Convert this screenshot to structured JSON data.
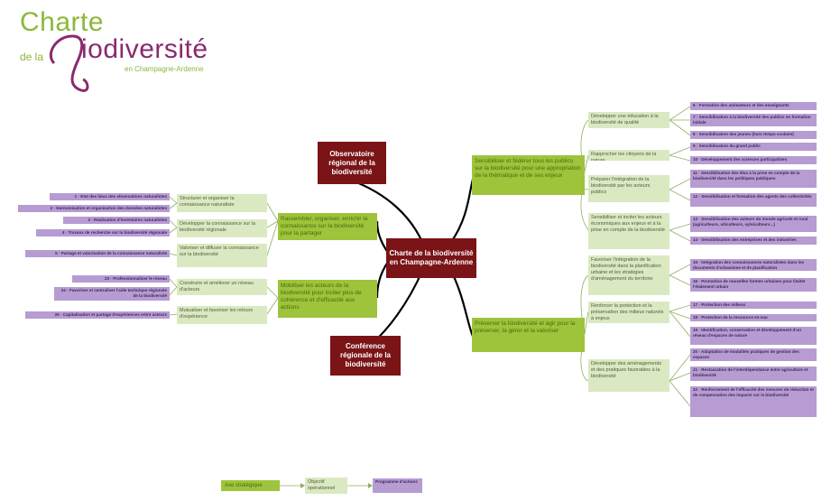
{
  "logo": {
    "word1": "Charte",
    "de_la": "de la",
    "word2": "iodiversité",
    "region": "en Champagne-Ardenne"
  },
  "central": "Charte de la biodiversité en Champagne-Ardenne",
  "red_nodes": [
    "Observatoire régional de la biodiversité",
    "Conférence régionale de la biodiversité"
  ],
  "axes": [
    "Sensibiliser et fédérer tous les publics sur la biodiversité pour une appropriation de la thématique et de ses enjeux",
    "Préserver la biodiversité et agir pour la préserver, la gérer et la valoriser",
    "Rassembler, organiser, enrichir la connaissance sur la biodiversité pour la partager",
    "Mobiliser les acteurs de la biodiversité pour inciter plus de cohérence et d'efficacité aux actions"
  ],
  "right_objectives": [
    "Développer une éducation à la biodiversité de qualité",
    "Rapprocher les citoyens de la nature",
    "Préparer l'intégration de la biodiversité par les acteurs publics",
    "Sensibiliser et inciter les acteurs économiques aux enjeux et à la prise en compte de la biodiversité",
    "Favoriser l'intégration de la biodiversité dans la planification urbaine et les stratégies d'aménagement du territoire",
    "Renforcer la protection et la préservation des milieux naturels à enjeux",
    "Développer des aménagements et des pratiques favorables à la biodiversité"
  ],
  "right_actions": [
    "6 · Formation des animateurs et des enseignants",
    "7 · Sensibilisation à la biodiversité des publics en formation initiale",
    "8 · Sensibilisation des jeunes (hors temps scolaire)",
    "9 · Sensibilisation du grand public",
    "10 · Développement des sciences participatives",
    "11 · Sensibilisation des élus à la prise en compte de la biodiversité dans les politiques publiques",
    "12 · Sensibilisation et formation des agents des collectivités",
    "13 · Sensibilisation des acteurs du monde agricole et rural (agriculteurs, viticulteurs, sylviculteurs...)",
    "14 · Sensibilisation des entreprises et des industries",
    "15 · Intégration des connaissances naturalistes dans les documents d'urbanisme et de planification",
    "16 · Promotion de nouvelles formes urbaines pour limiter l'étalement urbain",
    "17 · Protection des milieux",
    "18 · Protection de la ressource en eau",
    "19 · Identification, conservation et développement d'un réseau d'espaces de nature",
    "20 · Adaptation de modalités pratiques de gestion des espaces",
    "21 · Restauration de l'interdépendance entre agriculture et biodiversité",
    "22 · Renforcement de l'efficacité des mesures de réduction et de compensation des impacts sur la biodiversité"
  ],
  "left_objectives": [
    "Structurer et organiser la connaissance naturaliste",
    "Développer la connaissance sur la biodiversité régionale",
    "Valoriser et diffuser la connaissance sur la biodiversité",
    "Construire et améliorer un réseau d'acteurs",
    "Mutualiser et favoriser les retours d'expérience"
  ],
  "left_actions": [
    "1 · Etat des lieux des observations naturalistes",
    "2 · Harmonisation et organisation des données naturalistes",
    "3 · Réalisation d'inventaires naturalistes",
    "4 · Travaux de recherche sur la biodiversité régionale",
    "5 · Partage et valorisation de la connaissance naturaliste",
    "23 · Professionnaliser le réseau",
    "24 · Favoriser et centraliser l'aide technique régionale de la biodiversité",
    "25 · Capitalisation et partage d'expériences entre acteurs"
  ],
  "legend": {
    "item1": "Axe stratégique",
    "item2": "Objectif opérationnel",
    "item3": "Programme d'actions"
  },
  "colors": {
    "central": "#7a1416",
    "axis": "#9dc43a",
    "objective": "#dbe9c2",
    "action": "#b79bd3",
    "logo_green": "#8cb83a",
    "logo_purple": "#8a2a6e"
  }
}
